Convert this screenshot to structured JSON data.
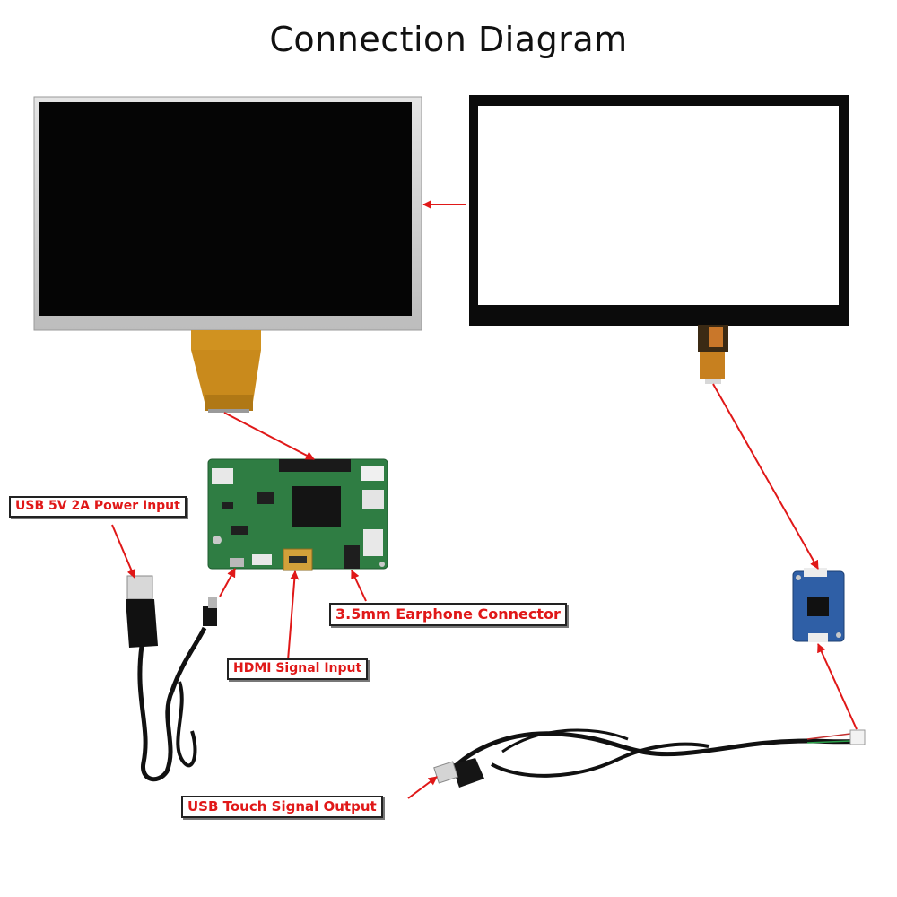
{
  "title": "Connection Diagram",
  "labels": {
    "usb_power": "USB 5V 2A Power Input",
    "earphone": "3.5mm Earphone Connector",
    "hdmi": "HDMI Signal Input",
    "usb_touch": "USB Touch Signal Output"
  },
  "colors": {
    "label_text": "#e01818",
    "arrow": "#e01818",
    "pcb": "#2f7d43",
    "touch_board": "#2f5fa6",
    "ribbon": "#c98a1c"
  }
}
